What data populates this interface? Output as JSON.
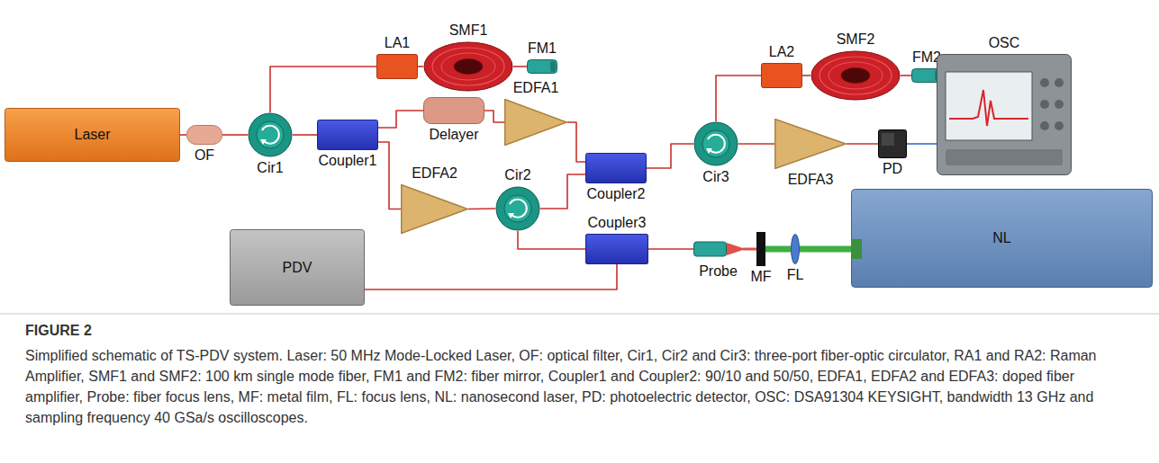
{
  "diagram": {
    "title": "FIGURE 2",
    "caption": "Simplified schematic of TS-PDV system. Laser: 50 MHz Mode-Locked Laser, OF: optical filter, Cir1, Cir2 and Cir3: three-port fiber-optic circulator, RA1 and RA2: Raman Amplifier, SMF1 and SMF2: 100 km single mode fiber, FM1 and FM2: fiber mirror, Coupler1 and Coupler2: 90/10 and 50/50, EDFA1, EDFA2 and EDFA3: doped fiber amplifier, Probe: fiber focus lens, MF: metal film, FL: focus lens, NL: nanosecond laser, PD: photoelectric detector, OSC: DSA91304 KEYSIGHT, bandwidth 13 GHz and sampling frequency 40 GSa/s oscilloscopes.",
    "nodes": [
      {
        "text": [
          "Laser"
        ]
      },
      {
        "text": [
          "OF"
        ]
      },
      {
        "text": [
          "Cir1"
        ]
      },
      {
        "text": [
          "Coupler1"
        ]
      },
      {
        "text": [
          "LA1"
        ]
      },
      {
        "text": [
          "SMF1"
        ]
      },
      {
        "text": [
          "FM1"
        ]
      },
      {
        "text": [
          "Delayer"
        ]
      },
      {
        "text": [
          "EDFA1"
        ]
      },
      {
        "text": [
          "EDFA2"
        ]
      },
      {
        "text": [
          "Cir2"
        ]
      },
      {
        "text": [
          "Coupler2"
        ]
      },
      {
        "text": [
          "Cir3"
        ]
      },
      {
        "text": [
          "LA2"
        ]
      },
      {
        "text": [
          "SMF2"
        ]
      },
      {
        "text": [
          "FM2"
        ]
      },
      {
        "text": [
          "EDFA3"
        ]
      },
      {
        "text": [
          "PD"
        ]
      },
      {
        "text": [
          "OSC"
        ]
      },
      {
        "text": [
          "PDV"
        ]
      },
      {
        "text": [
          "Coupler3"
        ]
      },
      {
        "text": [
          "Probe"
        ]
      },
      {
        "text": [
          "MF"
        ]
      },
      {
        "text": [
          "FL"
        ]
      },
      {
        "text": [
          "NL"
        ]
      }
    ],
    "edges": [
      {
        "from": 0,
        "to": 1,
        "arrow": "none"
      },
      {
        "from": 1,
        "to": 2,
        "arrow": "none"
      },
      {
        "from": 2,
        "to": 4,
        "arrow": "none"
      },
      {
        "from": 4,
        "to": 5,
        "arrow": "none"
      },
      {
        "from": 5,
        "to": 6,
        "arrow": "none"
      },
      {
        "from": 2,
        "to": 3,
        "arrow": "none"
      },
      {
        "from": 3,
        "to": 7,
        "arrow": "none"
      },
      {
        "from": 7,
        "to": 8,
        "arrow": "none"
      },
      {
        "from": 8,
        "to": 11,
        "arrow": "none"
      },
      {
        "from": 3,
        "to": 9,
        "arrow": "none"
      },
      {
        "from": 9,
        "to": 10,
        "arrow": "none"
      },
      {
        "from": 10,
        "to": 11,
        "arrow": "none"
      },
      {
        "from": 10,
        "to": 20,
        "arrow": "none"
      },
      {
        "from": 20,
        "to": 19,
        "arrow": "none"
      },
      {
        "from": 20,
        "to": 21,
        "arrow": "none"
      },
      {
        "from": 21,
        "to": 22,
        "arrow": "none"
      },
      {
        "from": 22,
        "to": 23,
        "arrow": "none"
      },
      {
        "from": 23,
        "to": 24,
        "arrow": "none"
      },
      {
        "from": 11,
        "to": 12,
        "arrow": "none"
      },
      {
        "from": 12,
        "to": 13,
        "arrow": "none"
      },
      {
        "from": 13,
        "to": 14,
        "arrow": "none"
      },
      {
        "from": 14,
        "to": 15,
        "arrow": "none"
      },
      {
        "from": 12,
        "to": 16,
        "arrow": "none"
      },
      {
        "from": 16,
        "to": 17,
        "arrow": "none"
      },
      {
        "from": 17,
        "to": 18,
        "arrow": "none"
      }
    ]
  }
}
